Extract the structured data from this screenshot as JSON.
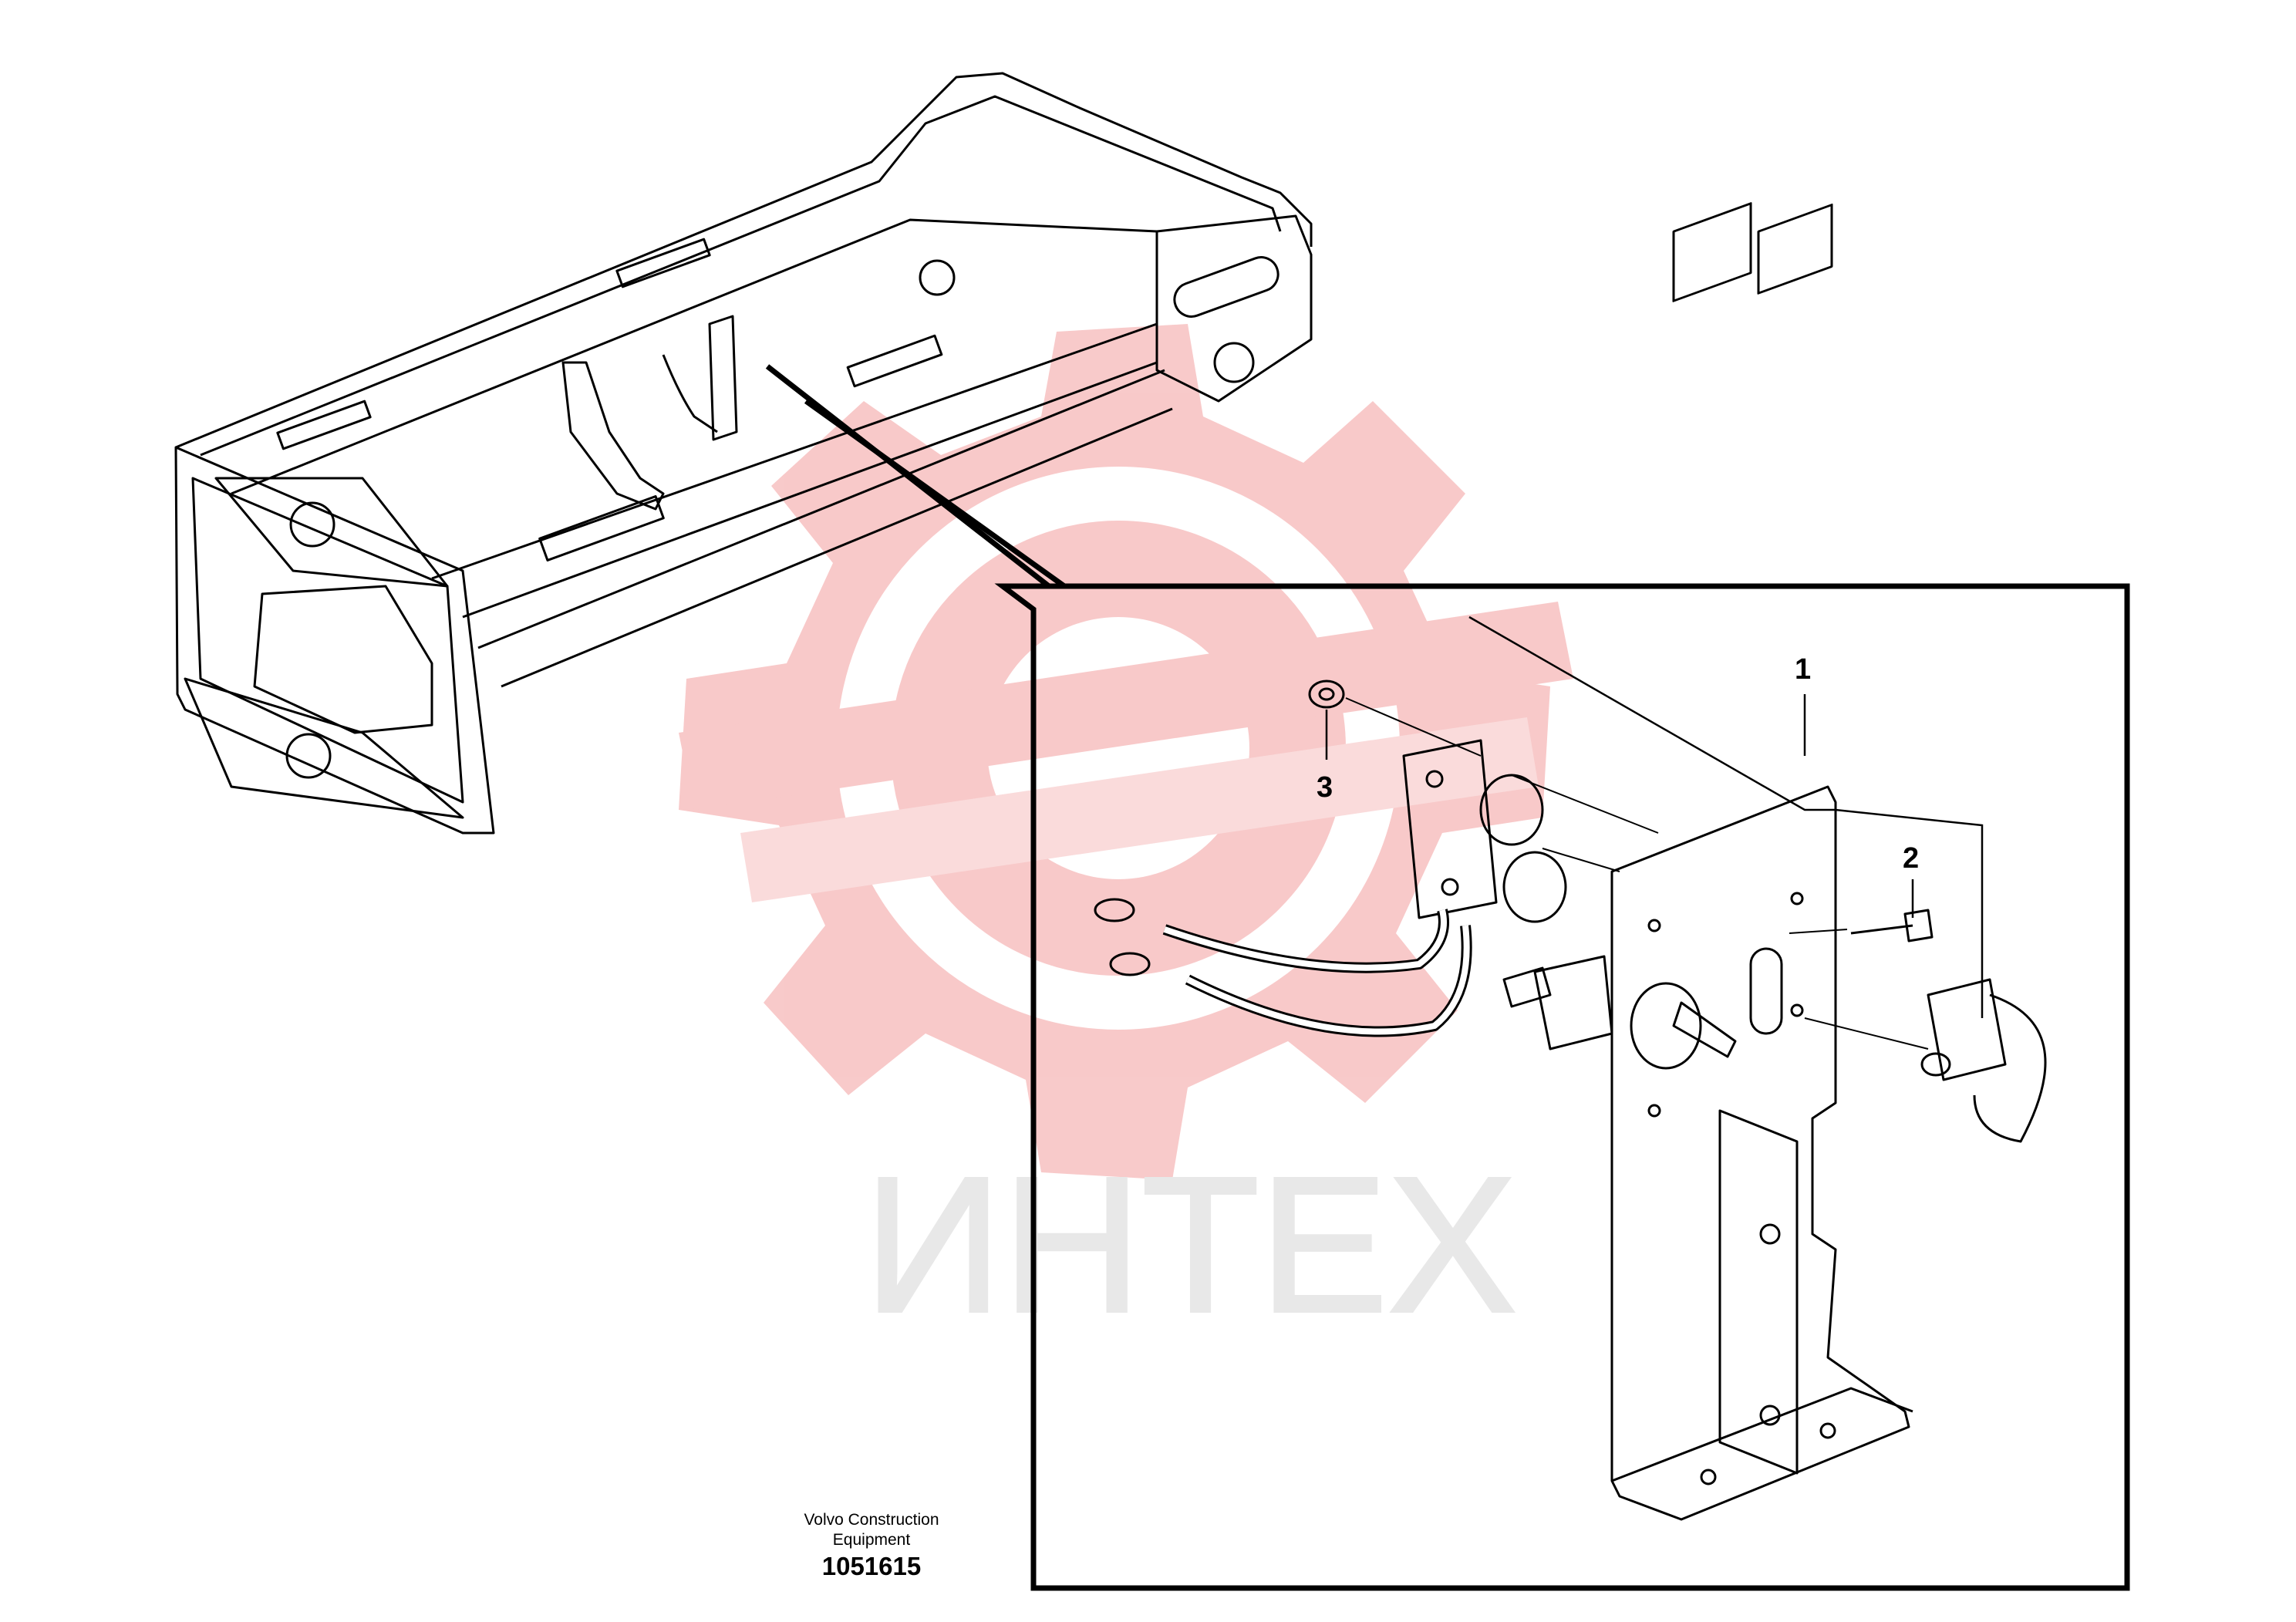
{
  "diagram": {
    "callouts": [
      {
        "id": "1",
        "label": "1"
      },
      {
        "id": "2",
        "label": "2"
      },
      {
        "id": "3",
        "label": "3"
      }
    ],
    "watermark": {
      "text": "ИНТЕХ",
      "color": "#e8e8e8",
      "logo_color": "#f6c6c6"
    },
    "caption": {
      "manufacturer_line1": "Volvo Construction",
      "manufacturer_line2": "Equipment",
      "document_number": "1051615"
    }
  }
}
